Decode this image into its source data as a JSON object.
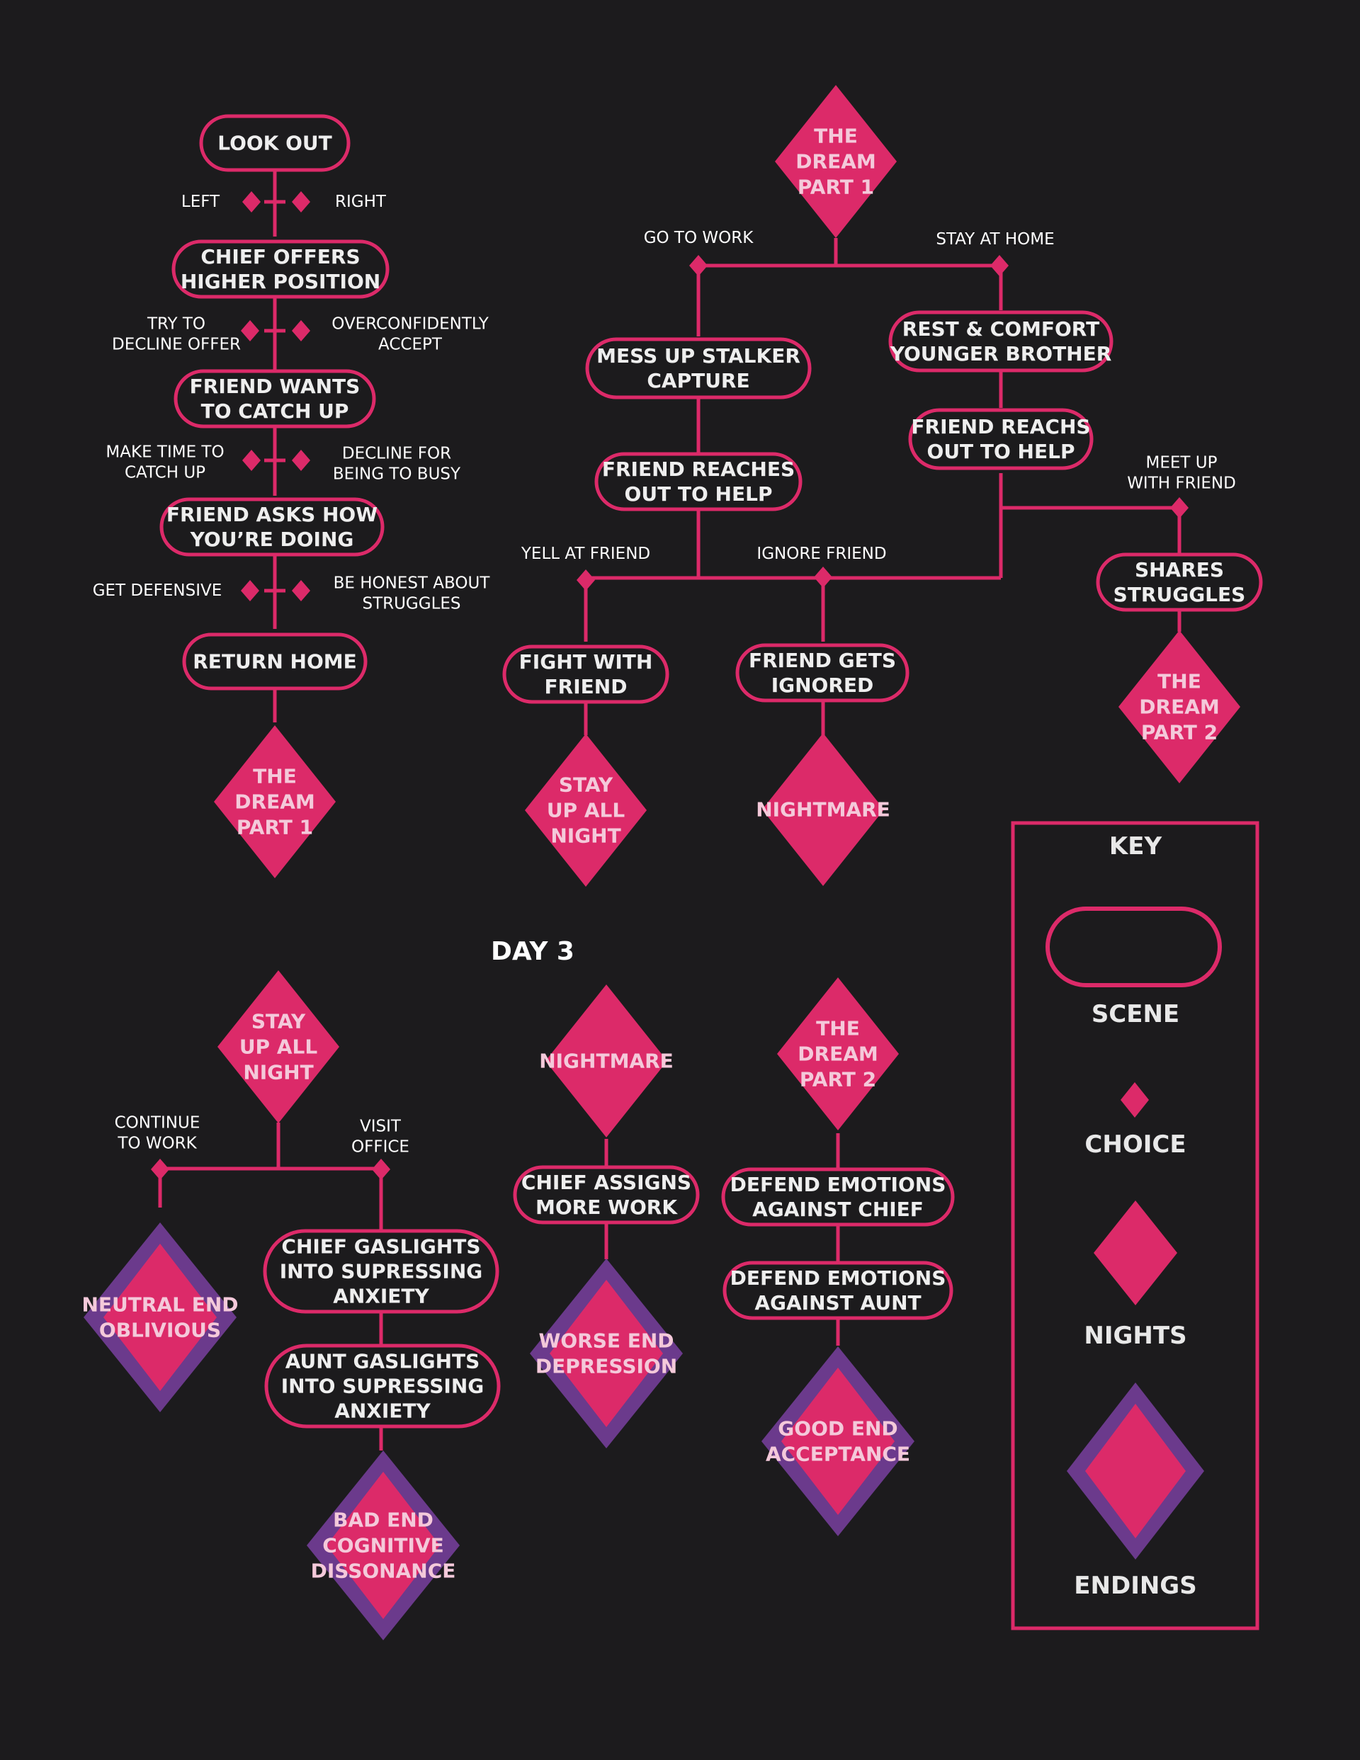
{
  "colors": {
    "background": "#1c1b1d",
    "pink": "#dc2a69",
    "purple": "#6b3a8c",
    "scene_text": "#eeeeee",
    "night_text": "#f4c9da"
  },
  "day3_title": "DAY 3",
  "scenes": {
    "look_out": [
      "LOOK OUT"
    ],
    "chief_offers": [
      "CHIEF OFFERS",
      "HIGHER POSITION"
    ],
    "friend_wants": [
      "FRIEND WANTS",
      "TO CATCH UP"
    ],
    "friend_asks": [
      "FRIEND ASKS HOW",
      "YOU’RE DOING"
    ],
    "return_home": [
      "RETURN HOME"
    ],
    "mess_up": [
      "MESS UP STALKER",
      "CAPTURE"
    ],
    "friend_reaches_1": [
      "FRIEND REACHES",
      "OUT TO HELP"
    ],
    "rest_comfort": [
      "REST & COMFORT",
      "YOUNGER BROTHER"
    ],
    "friend_reachs_2": [
      "FRIEND REACHS",
      "OUT TO HELP"
    ],
    "fight_friend": [
      "FIGHT WITH",
      "FRIEND"
    ],
    "friend_ignored": [
      "FRIEND GETS",
      "IGNORED"
    ],
    "shares_struggles": [
      "SHARES",
      "STRUGGLES"
    ],
    "chief_gaslights": [
      "CHIEF GASLIGHTS",
      "INTO SUPRESSING",
      "ANXIETY"
    ],
    "aunt_gaslights": [
      "AUNT GASLIGHTS",
      "INTO SUPRESSING",
      "ANXIETY"
    ],
    "chief_assigns": [
      "CHIEF ASSIGNS",
      "MORE WORK"
    ],
    "defend_chief": [
      "DEFEND EMOTIONS",
      "AGAINST CHIEF"
    ],
    "defend_aunt": [
      "DEFEND EMOTIONS",
      "AGAINST AUNT"
    ]
  },
  "nights": {
    "dream1_left": [
      "THE",
      "DREAM",
      "PART 1"
    ],
    "dream1_top": [
      "THE",
      "DREAM",
      "PART 1"
    ],
    "stay_up_mid": [
      "STAY",
      "UP ALL",
      "NIGHT"
    ],
    "nightmare_mid": [
      "NIGHTMARE"
    ],
    "dream2_right": [
      "THE",
      "DREAM",
      "PART 2"
    ],
    "stay_up_day3": [
      "STAY",
      "UP ALL",
      "NIGHT"
    ],
    "nightmare_day3": [
      "NIGHTMARE"
    ],
    "dream2_day3": [
      "THE",
      "DREAM",
      "PART 2"
    ]
  },
  "endings": {
    "neutral": [
      "NEUTRAL END",
      "OBLIVIOUS"
    ],
    "bad": [
      "BAD END",
      "COGNITIVE",
      "DISSONANCE"
    ],
    "worse": [
      "WORSE END",
      "DEPRESSION"
    ],
    "good": [
      "GOOD END",
      "ACCEPTANCE"
    ]
  },
  "choices": {
    "left": [
      "LEFT"
    ],
    "right": [
      "RIGHT"
    ],
    "try_decline": [
      "TRY TO",
      "DECLINE OFFER"
    ],
    "overconfident": [
      "OVERCONFIDENTLY",
      "ACCEPT"
    ],
    "make_time": [
      "MAKE TIME TO",
      "CATCH UP"
    ],
    "decline_busy": [
      "DECLINE FOR",
      "BEING TO BUSY"
    ],
    "get_defensive": [
      "GET DEFENSIVE"
    ],
    "be_honest": [
      "BE HONEST ABOUT",
      "STRUGGLES"
    ],
    "go_to_work": [
      "GO TO WORK"
    ],
    "stay_at_home": [
      "STAY AT HOME"
    ],
    "yell_friend": [
      "YELL AT FRIEND"
    ],
    "ignore_friend": [
      "IGNORE FRIEND"
    ],
    "meet_up": [
      "MEET UP",
      "WITH FRIEND"
    ],
    "continue_work": [
      "CONTINUE",
      "TO WORK"
    ],
    "visit_office": [
      "VISIT",
      "OFFICE"
    ]
  },
  "key": {
    "title": "KEY",
    "scene": "SCENE",
    "choice": "CHOICE",
    "nights": "NIGHTS",
    "endings": "ENDINGS"
  }
}
